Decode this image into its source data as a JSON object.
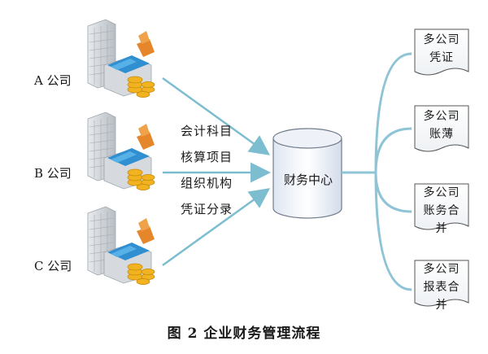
{
  "companies": [
    {
      "label": "A 公司"
    },
    {
      "label": "B 公司"
    },
    {
      "label": "C 公司"
    }
  ],
  "flow_items": [
    "会计科目",
    "核算项目",
    "组织机构",
    "凭证分录"
  ],
  "center": {
    "label": "财务中心"
  },
  "outputs": [
    {
      "line1": "多公司",
      "line2": "凭证",
      "line3": ""
    },
    {
      "line1": "多公司",
      "line2": "账薄",
      "line3": ""
    },
    {
      "line1": "多公司",
      "line2": "账务合",
      "line3": "并"
    },
    {
      "line1": "多公司",
      "line2": "报表合",
      "line3": "并"
    }
  ],
  "caption": "图 2   企业财务管理流程",
  "colors": {
    "connector": "#8fc3d6",
    "arrow": "#7cbdd0",
    "building": "#c9ced3",
    "roof_orange": "#e6862b",
    "roof_blue": "#2f8fd0",
    "coin": "#f2b321"
  },
  "icons": [
    "building-icon",
    "database-icon",
    "document-icon"
  ]
}
